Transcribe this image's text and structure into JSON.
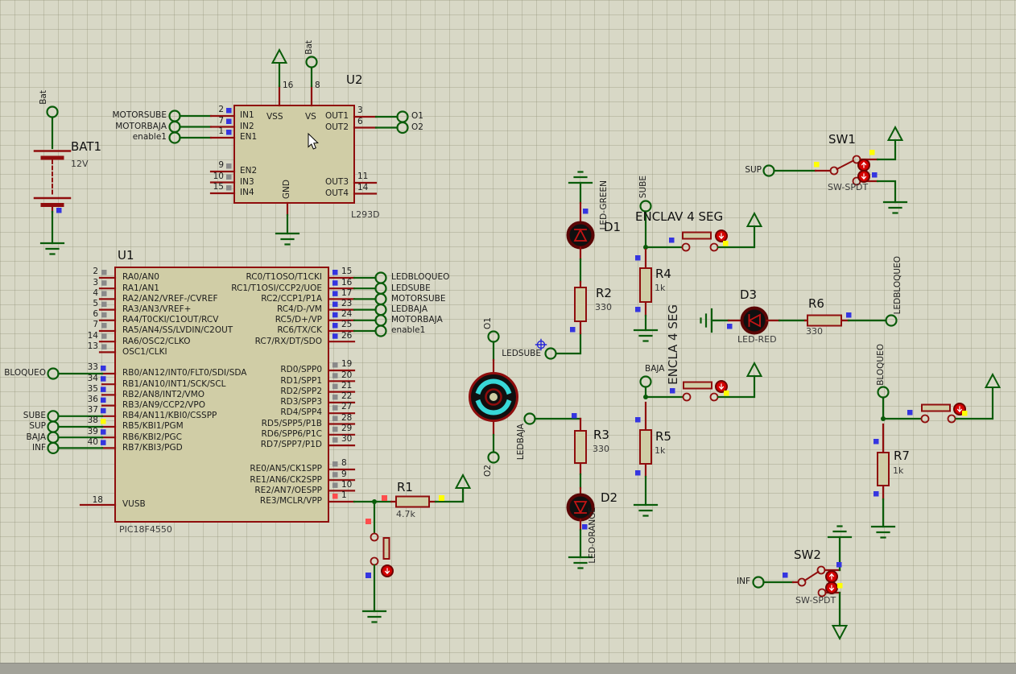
{
  "colors": {
    "background": "#d8d8c6",
    "grid": "#c6c6b2",
    "wire_green": "#0a5c0a",
    "component_red": "#8f0d0d",
    "body_fill": "#d0cda6",
    "led_black": "#101010",
    "motor_cyan": "#38d8d8",
    "knob_red": "#d40000",
    "marker_blue": "#3535e0",
    "marker_gray": "#8a8a8a",
    "marker_yellow": "#ffff00",
    "marker_red": "#ff4d4d"
  },
  "bat": {
    "ref": "BAT1",
    "value": "12V",
    "terminal": "Bat"
  },
  "u2": {
    "ref": "U2",
    "part": "L293D",
    "gnd": "GND",
    "left_in": [
      {
        "n": "2",
        "name": "IN1",
        "ext": "MOTORSUBE"
      },
      {
        "n": "7",
        "name": "IN2",
        "ext": "MOTORBAJA"
      },
      {
        "n": "1",
        "name": "EN1",
        "ext": "enable1"
      }
    ],
    "left_nc": [
      {
        "n": "9",
        "name": "EN2"
      },
      {
        "n": "10",
        "name": "IN3"
      },
      {
        "n": "15",
        "name": "IN4"
      }
    ],
    "top": {
      "vss": {
        "n": "16",
        "name": "VSS"
      },
      "vs": {
        "n": "8",
        "name": "VS",
        "ext": "Bat"
      }
    },
    "right_out": [
      {
        "n": "3",
        "name": "OUT1",
        "ext": "O1"
      },
      {
        "n": "6",
        "name": "OUT2",
        "ext": "O2"
      }
    ],
    "right_nc": [
      {
        "n": "11",
        "name": "OUT3"
      },
      {
        "n": "14",
        "name": "OUT4"
      }
    ]
  },
  "u1": {
    "ref": "U1",
    "part": "PIC18F4550",
    "porta": [
      {
        "n": "2",
        "name": "RA0/AN0"
      },
      {
        "n": "3",
        "name": "RA1/AN1"
      },
      {
        "n": "4",
        "name": "RA2/AN2/VREF-/CVREF"
      },
      {
        "n": "5",
        "name": "RA3/AN3/VREF+"
      },
      {
        "n": "6",
        "name": "RA4/T0CKI/C1OUT/RCV"
      },
      {
        "n": "7",
        "name": "RA5/AN4/SS/LVDIN/C2OUT"
      },
      {
        "n": "14",
        "name": "RA6/OSC2/CLKO"
      },
      {
        "n": "13",
        "name": "OSC1/CLKI"
      }
    ],
    "portb": [
      {
        "n": "33",
        "name": "RB0/AN12/INT0/FLT0/SDI/SDA",
        "ext": "BLOQUEO"
      },
      {
        "n": "34",
        "name": "RB1/AN10/INT1/SCK/SCL",
        "ext": ""
      },
      {
        "n": "35",
        "name": "RB2/AN8/INT2/VMO",
        "ext": ""
      },
      {
        "n": "36",
        "name": "RB3/AN9/CCP2/VPO",
        "ext": ""
      },
      {
        "n": "37",
        "name": "RB4/AN11/KBI0/CSSPP",
        "ext": "SUBE"
      },
      {
        "n": "38",
        "name": "RB5/KBI1/PGM",
        "ext": "SUP"
      },
      {
        "n": "39",
        "name": "RB6/KBI2/PGC",
        "ext": "BAJA"
      },
      {
        "n": "40",
        "name": "RB7/KBI3/PGD",
        "ext": "INF"
      }
    ],
    "vusb": {
      "n": "18",
      "name": "VUSB"
    },
    "portc": [
      {
        "n": "15",
        "name": "RC0/T1OSO/T1CKI",
        "ext": "LEDBLOQUEO"
      },
      {
        "n": "16",
        "name": "RC1/T1OSI/CCP2/UOE",
        "ext": "LEDSUBE"
      },
      {
        "n": "17",
        "name": "RC2/CCP1/P1A",
        "ext": "MOTORSUBE"
      },
      {
        "n": "23",
        "name": "RC4/D-/VM",
        "ext": "LEDBAJA"
      },
      {
        "n": "24",
        "name": "RC5/D+/VP",
        "ext": "MOTORBAJA"
      },
      {
        "n": "25",
        "name": "RC6/TX/CK",
        "ext": "enable1"
      },
      {
        "n": "26",
        "name": "RC7/RX/DT/SDO",
        "ext": ""
      }
    ],
    "portd": [
      {
        "n": "19",
        "name": "RD0/SPP0"
      },
      {
        "n": "20",
        "name": "RD1/SPP1"
      },
      {
        "n": "21",
        "name": "RD2/SPP2"
      },
      {
        "n": "22",
        "name": "RD3/SPP3"
      },
      {
        "n": "27",
        "name": "RD4/SPP4"
      },
      {
        "n": "28",
        "name": "RD5/SPP5/P1B"
      },
      {
        "n": "29",
        "name": "RD6/SPP6/P1C"
      },
      {
        "n": "30",
        "name": "RD7/SPP7/P1D"
      }
    ],
    "porte": [
      {
        "n": "8",
        "name": "RE0/AN5/CK1SPP"
      },
      {
        "n": "9",
        "name": "RE1/AN6/CK2SPP"
      },
      {
        "n": "10",
        "name": "RE2/AN7/OESPP"
      },
      {
        "n": "1",
        "name": "RE3/MCLR/VPP"
      }
    ]
  },
  "r1": {
    "ref": "R1",
    "value": "4.7k"
  },
  "r2": {
    "ref": "R2",
    "value": "330"
  },
  "r3": {
    "ref": "R3",
    "value": "330"
  },
  "r4": {
    "ref": "R4",
    "value": "1k"
  },
  "r5": {
    "ref": "R5",
    "value": "1k"
  },
  "r6": {
    "ref": "R6",
    "value": "330"
  },
  "r7": {
    "ref": "R7",
    "value": "1k"
  },
  "d1": {
    "ref": "D1",
    "value": "LED-GREEN"
  },
  "d2": {
    "ref": "D2",
    "value": "LED-ORANGE"
  },
  "d3": {
    "ref": "D3",
    "value": "LED-RED"
  },
  "sw1": {
    "ref": "SW1",
    "value": "SW-SPDT",
    "terminal": "SUP"
  },
  "sw2": {
    "ref": "SW2",
    "value": "SW-SPDT",
    "terminal": "INF"
  },
  "motor": {
    "top": "O1",
    "bottom": "O2"
  },
  "nets": {
    "ledsube": "LEDSUBE",
    "ledbaja": "LEDBAJA",
    "ledbloqueo": "LEDBLOQUEO",
    "sube": "SUBE",
    "baja": "BAJA",
    "bloqueo": "BLOQUEO"
  },
  "notes": {
    "enclav": "ENCLAV 4 SEG",
    "encla": "ENCLA 4 SEG"
  }
}
